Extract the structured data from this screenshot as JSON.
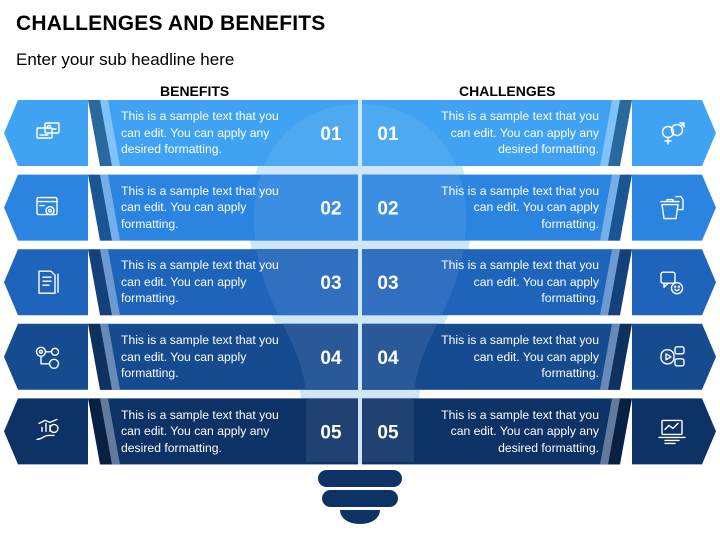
{
  "title": "CHALLENGES AND BENEFITS",
  "subtitle": "Enter your sub headline here",
  "columns": {
    "left": "BENEFITS",
    "right": "CHALLENGES"
  },
  "rows": [
    {
      "number": "01",
      "color": "#3fa2f2",
      "left_text": "This is a sample text that you can edit. You can apply any desired formatting.",
      "right_text": "This is a sample text that you can edit. You can apply any desired formatting.",
      "left_icon": "id-cards-icon",
      "right_icon": "gender-symbols-icon"
    },
    {
      "number": "02",
      "color": "#2b84e0",
      "left_text": "This is a sample text that you can edit. You can apply formatting.",
      "right_text": "This is a sample text that you can edit. You can apply formatting.",
      "left_icon": "settings-window-icon",
      "right_icon": "trash-folder-icon"
    },
    {
      "number": "03",
      "color": "#1f64bb",
      "left_text": "This is a sample text that you can edit. You can apply formatting.",
      "right_text": "This is a sample text that you can edit. You can apply formatting.",
      "left_icon": "document-pencil-icon",
      "right_icon": "feedback-icon"
    },
    {
      "number": "04",
      "color": "#164b8f",
      "left_text": "This is a sample text that you can edit. You can apply formatting.",
      "right_text": "This is a sample text that you can edit. You can apply formatting.",
      "left_icon": "workflow-gears-icon",
      "right_icon": "media-chat-icon"
    },
    {
      "number": "05",
      "color": "#0d3266",
      "left_text": "This is a sample text that you can edit. You can apply any desired formatting.",
      "right_text": "This is a sample text that you can edit. You can apply any desired formatting.",
      "left_icon": "analytics-hand-icon",
      "right_icon": "dashboard-laptop-icon"
    }
  ],
  "bulb_color": "#0d3266"
}
